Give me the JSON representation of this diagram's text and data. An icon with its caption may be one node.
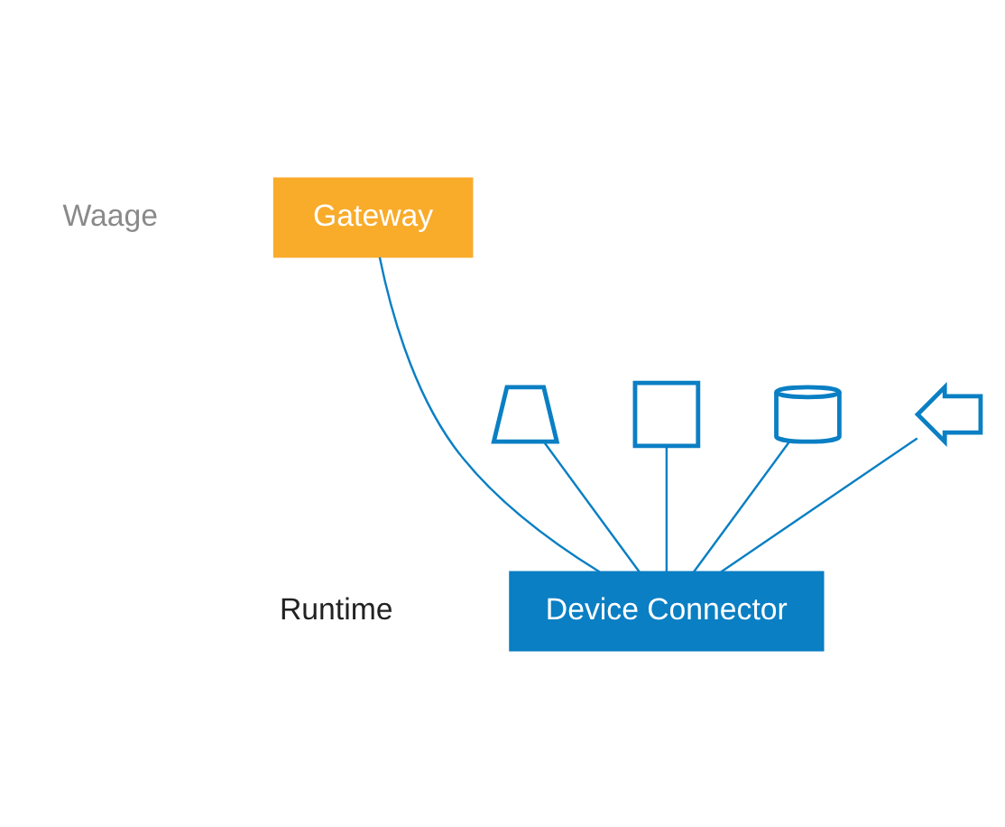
{
  "diagram": {
    "nodes": [
      {
        "text": [
          "Gateway"
        ]
      },
      {
        "text": [
          "Device Connector"
        ],
        "beside": [
          "Runtime"
        ]
      },
      {
        "text": [],
        "shape": "scale"
      },
      {
        "text": [],
        "shape": "chip"
      },
      {
        "text": [],
        "shape": "thermometer"
      },
      {
        "text": [],
        "shape": "arrows"
      }
    ],
    "edges": [
      {
        "from": 0,
        "to": 1,
        "arrow": "none"
      },
      {
        "from": 2,
        "to": 1,
        "arrow": "none"
      },
      {
        "from": 3,
        "to": 1,
        "arrow": "none"
      },
      {
        "from": 4,
        "to": 1,
        "arrow": "none"
      },
      {
        "from": 5,
        "to": 1,
        "arrow": "none"
      }
    ],
    "labels": [
      "Waage"
    ]
  }
}
